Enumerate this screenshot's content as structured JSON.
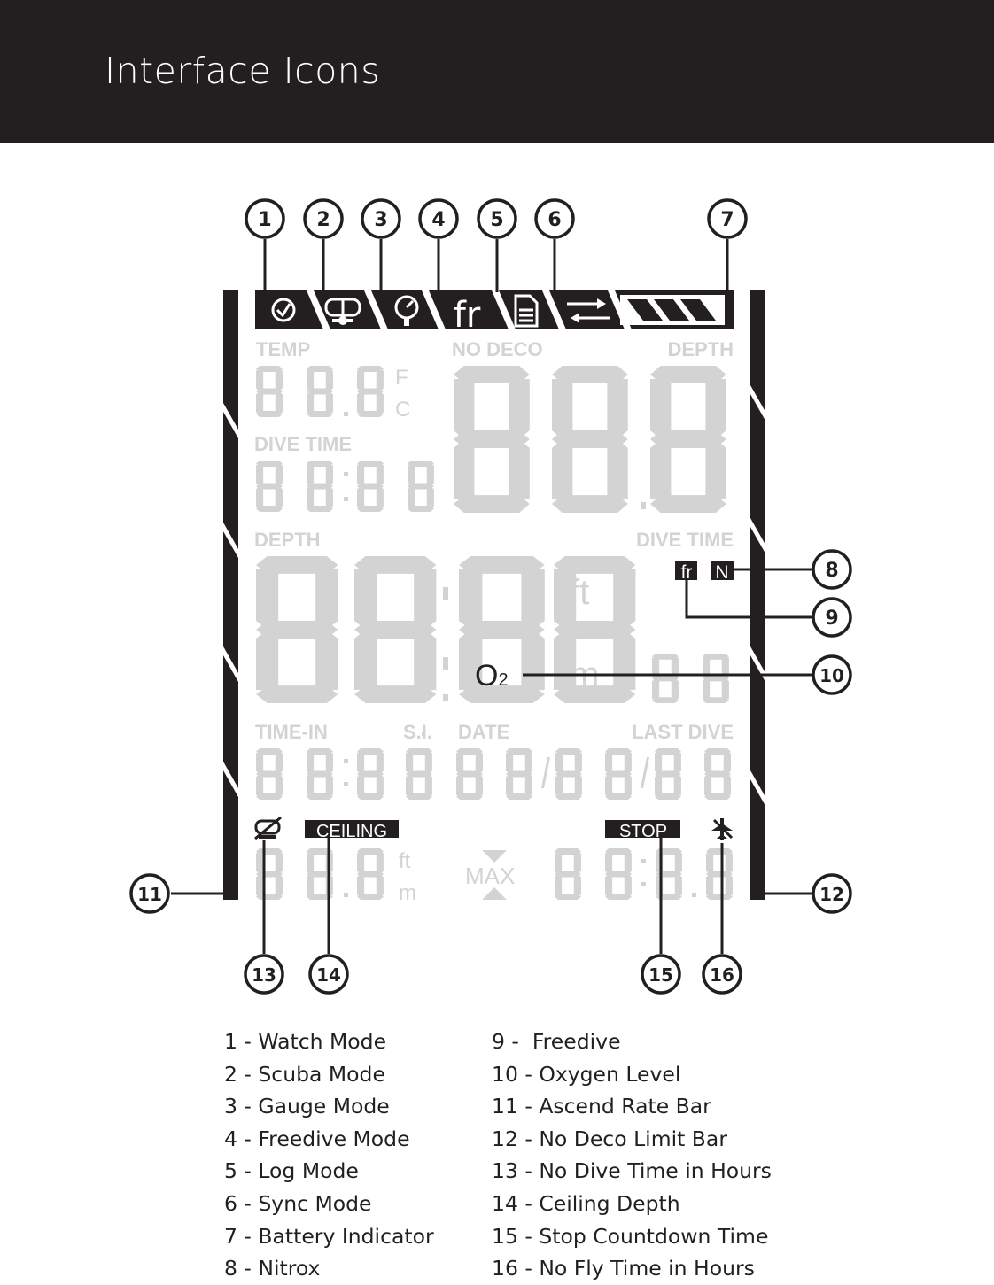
{
  "header": {
    "title": "Interface Icons"
  },
  "lcd_labels": {
    "temp": "TEMP",
    "no_deco": "NO DECO",
    "depth_top": "DEPTH",
    "temp_f": "F",
    "temp_c": "C",
    "dive_time_left": "DIVE TIME",
    "depth_mid": "DEPTH",
    "dive_time_right": "DIVE TIME",
    "unit_ft": "ft",
    "unit_m": "m",
    "o2": "O",
    "o2_sub": "2",
    "time_in": "TIME-IN",
    "si": "S.I.",
    "date": "DATE",
    "last_dive": "LAST DIVE",
    "ceiling": "CEILING",
    "stop": "STOP",
    "bottom_ft": "ft",
    "bottom_m": "m",
    "max": "MAX",
    "fr_icon": "fr",
    "fr_small": "fr",
    "n_small": "N"
  },
  "callouts": [
    "1",
    "2",
    "3",
    "4",
    "5",
    "6",
    "7",
    "8",
    "9",
    "10",
    "11",
    "12",
    "13",
    "14",
    "15",
    "16"
  ],
  "legend_left": [
    "1 - Watch Mode",
    "2 - Scuba Mode",
    "3 - Gauge Mode",
    "4 - Freedive Mode",
    "5 - Log Mode",
    "6 - Sync Mode",
    "7 - Battery Indicator",
    "8 - Nitrox"
  ],
  "legend_right": [
    "9 -  Freedive",
    "10 - Oxygen Level",
    "11 - Ascend Rate Bar",
    "12 - No Deco Limit Bar",
    "13 - No Dive Time in Hours",
    "14 - Ceiling Depth",
    "15 - Stop Countdown Time",
    "16 - No Fly Time in Hours"
  ],
  "colors": {
    "dark": "#231f20",
    "lcd_gray": "#d3d3d3",
    "white": "#ffffff"
  }
}
